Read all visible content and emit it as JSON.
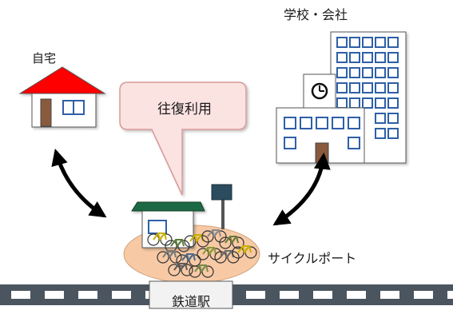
{
  "labels": {
    "home": "自宅",
    "school_office": "学校・会社",
    "round_trip": "往復利用",
    "cycle_port": "サイクルポート",
    "station": "鉄道駅"
  },
  "colors": {
    "roof": "#ff0000",
    "bubble_fill": "#fbe3e1",
    "bubble_stroke": "#d99a9a",
    "port_fill": "#f7c9a4",
    "window_blue": "#2f5fa8",
    "door_brown": "#8a5a3c",
    "kiosk_roof": "#1f6b45",
    "track": "#4a5560",
    "arrow": "#000000"
  },
  "icons": [
    "house-icon",
    "building-icon",
    "clock-icon",
    "bicycle-icon",
    "kiosk-icon",
    "signboard-icon",
    "railway-track-icon"
  ]
}
